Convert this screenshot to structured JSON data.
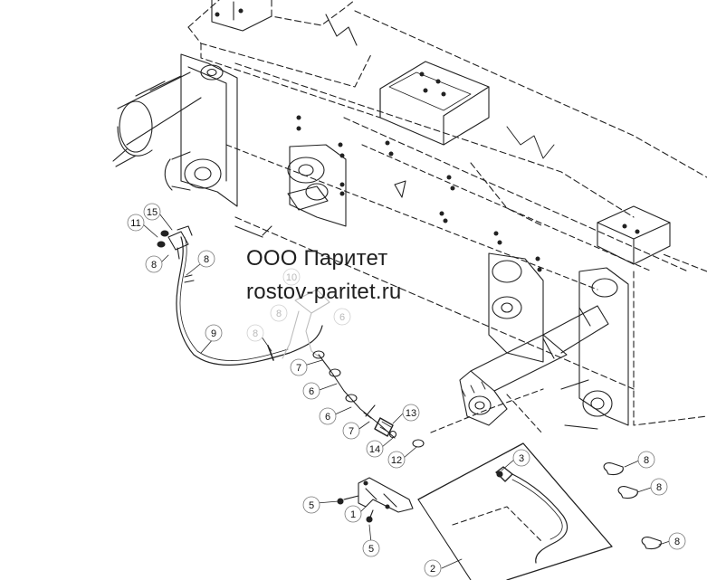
{
  "watermark": {
    "company": "ООО Паритет",
    "site": "rostov-paritet.ru"
  },
  "callouts": [
    {
      "id": "c15",
      "label": "15",
      "style": "normal"
    },
    {
      "id": "c11",
      "label": "11",
      "style": "normal"
    },
    {
      "id": "c8a",
      "label": "8",
      "style": "normal"
    },
    {
      "id": "c8b",
      "label": "8",
      "style": "normal"
    },
    {
      "id": "c9",
      "label": "9",
      "style": "normal"
    },
    {
      "id": "c10f",
      "label": "10",
      "style": "faded"
    },
    {
      "id": "c8f",
      "label": "8",
      "style": "faded"
    },
    {
      "id": "c6f",
      "label": "6",
      "style": "faded"
    },
    {
      "id": "c8f2",
      "label": "8",
      "style": "faded"
    },
    {
      "id": "c7a",
      "label": "7",
      "style": "normal"
    },
    {
      "id": "c6a",
      "label": "6",
      "style": "normal"
    },
    {
      "id": "c6b",
      "label": "6",
      "style": "normal"
    },
    {
      "id": "c7b",
      "label": "7",
      "style": "normal"
    },
    {
      "id": "c13",
      "label": "13",
      "style": "normal"
    },
    {
      "id": "c14",
      "label": "14",
      "style": "normal"
    },
    {
      "id": "c12",
      "label": "12",
      "style": "normal"
    },
    {
      "id": "c3",
      "label": "3",
      "style": "normal"
    },
    {
      "id": "c5a",
      "label": "5",
      "style": "normal"
    },
    {
      "id": "c1",
      "label": "1",
      "style": "normal"
    },
    {
      "id": "c5b",
      "label": "5",
      "style": "normal"
    },
    {
      "id": "c2",
      "label": "2",
      "style": "normal"
    },
    {
      "id": "c8c",
      "label": "8",
      "style": "normal"
    },
    {
      "id": "c8d",
      "label": "8",
      "style": "normal"
    },
    {
      "id": "c8e",
      "label": "8",
      "style": "normal"
    }
  ]
}
